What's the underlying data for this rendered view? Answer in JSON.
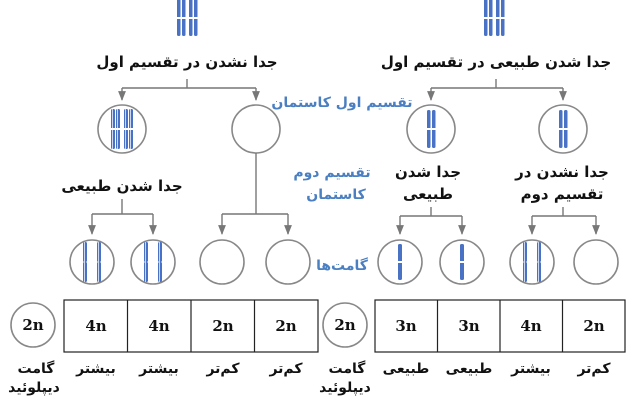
{
  "colors": {
    "chromosome": "#4a72c4",
    "label_blue": "#4a7fc1",
    "line": "#777777",
    "text": "#111111"
  },
  "left_parent_label": "جدا نشدن در تقسیم اول",
  "right_parent_label": "جدا شدن طبیعی در تقسیم اول",
  "meiosis1_label": "تقسیم اول کاستمان",
  "meiosis2_label_line1": "تقسیم دوم",
  "meiosis2_label_line2": "کاستمان",
  "left_sub_label": "جدا شدن طبیعی",
  "right_sub_left_label_line1": "جدا شدن",
  "right_sub_left_label_line2": "طبیعی",
  "right_sub_right_label_line1": "جدا نشدن در",
  "right_sub_right_label_line2": "تقسیم دوم",
  "gametes_label": "گامت‌ها",
  "diploid_gamete_label_line1": "گامت",
  "diploid_gamete_label_line2": "دیپلوئید",
  "diploid_value": "2n",
  "left_boxes": [
    {
      "value": "4n",
      "caption": "بیشتر"
    },
    {
      "value": "4n",
      "caption": "بیشتر"
    },
    {
      "value": "2n",
      "caption": "کم‌تر"
    },
    {
      "value": "2n",
      "caption": "کم‌تر"
    }
  ],
  "right_boxes": [
    {
      "value": "3n",
      "caption": "طبیعی"
    },
    {
      "value": "3n",
      "caption": "طبیعی"
    },
    {
      "value": "4n",
      "caption": "بیشتر"
    },
    {
      "value": "2n",
      "caption": "کم‌تر"
    }
  ]
}
